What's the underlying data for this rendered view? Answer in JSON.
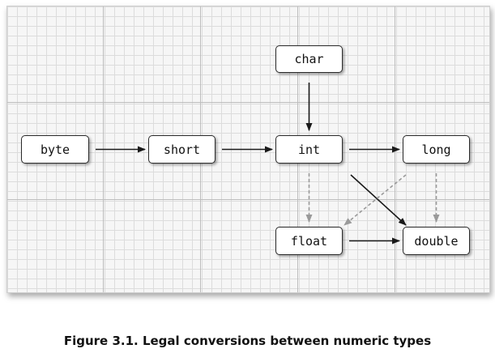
{
  "diagram": {
    "nodes": {
      "char": "char",
      "byte": "byte",
      "short": "short",
      "int": "int",
      "long": "long",
      "float": "float",
      "double": "double"
    },
    "edges": [
      {
        "from": "byte",
        "to": "short",
        "style": "solid"
      },
      {
        "from": "short",
        "to": "int",
        "style": "solid"
      },
      {
        "from": "char",
        "to": "int",
        "style": "solid"
      },
      {
        "from": "int",
        "to": "long",
        "style": "solid"
      },
      {
        "from": "int",
        "to": "double",
        "style": "solid"
      },
      {
        "from": "float",
        "to": "double",
        "style": "solid"
      },
      {
        "from": "int",
        "to": "float",
        "style": "dashed"
      },
      {
        "from": "long",
        "to": "float",
        "style": "dashed"
      },
      {
        "from": "long",
        "to": "double",
        "style": "dashed"
      }
    ],
    "colors": {
      "solid_edge": "#1a1a1a",
      "dashed_edge": "#9a9a9a"
    }
  },
  "caption": "Figure 3.1. Legal conversions between numeric types"
}
